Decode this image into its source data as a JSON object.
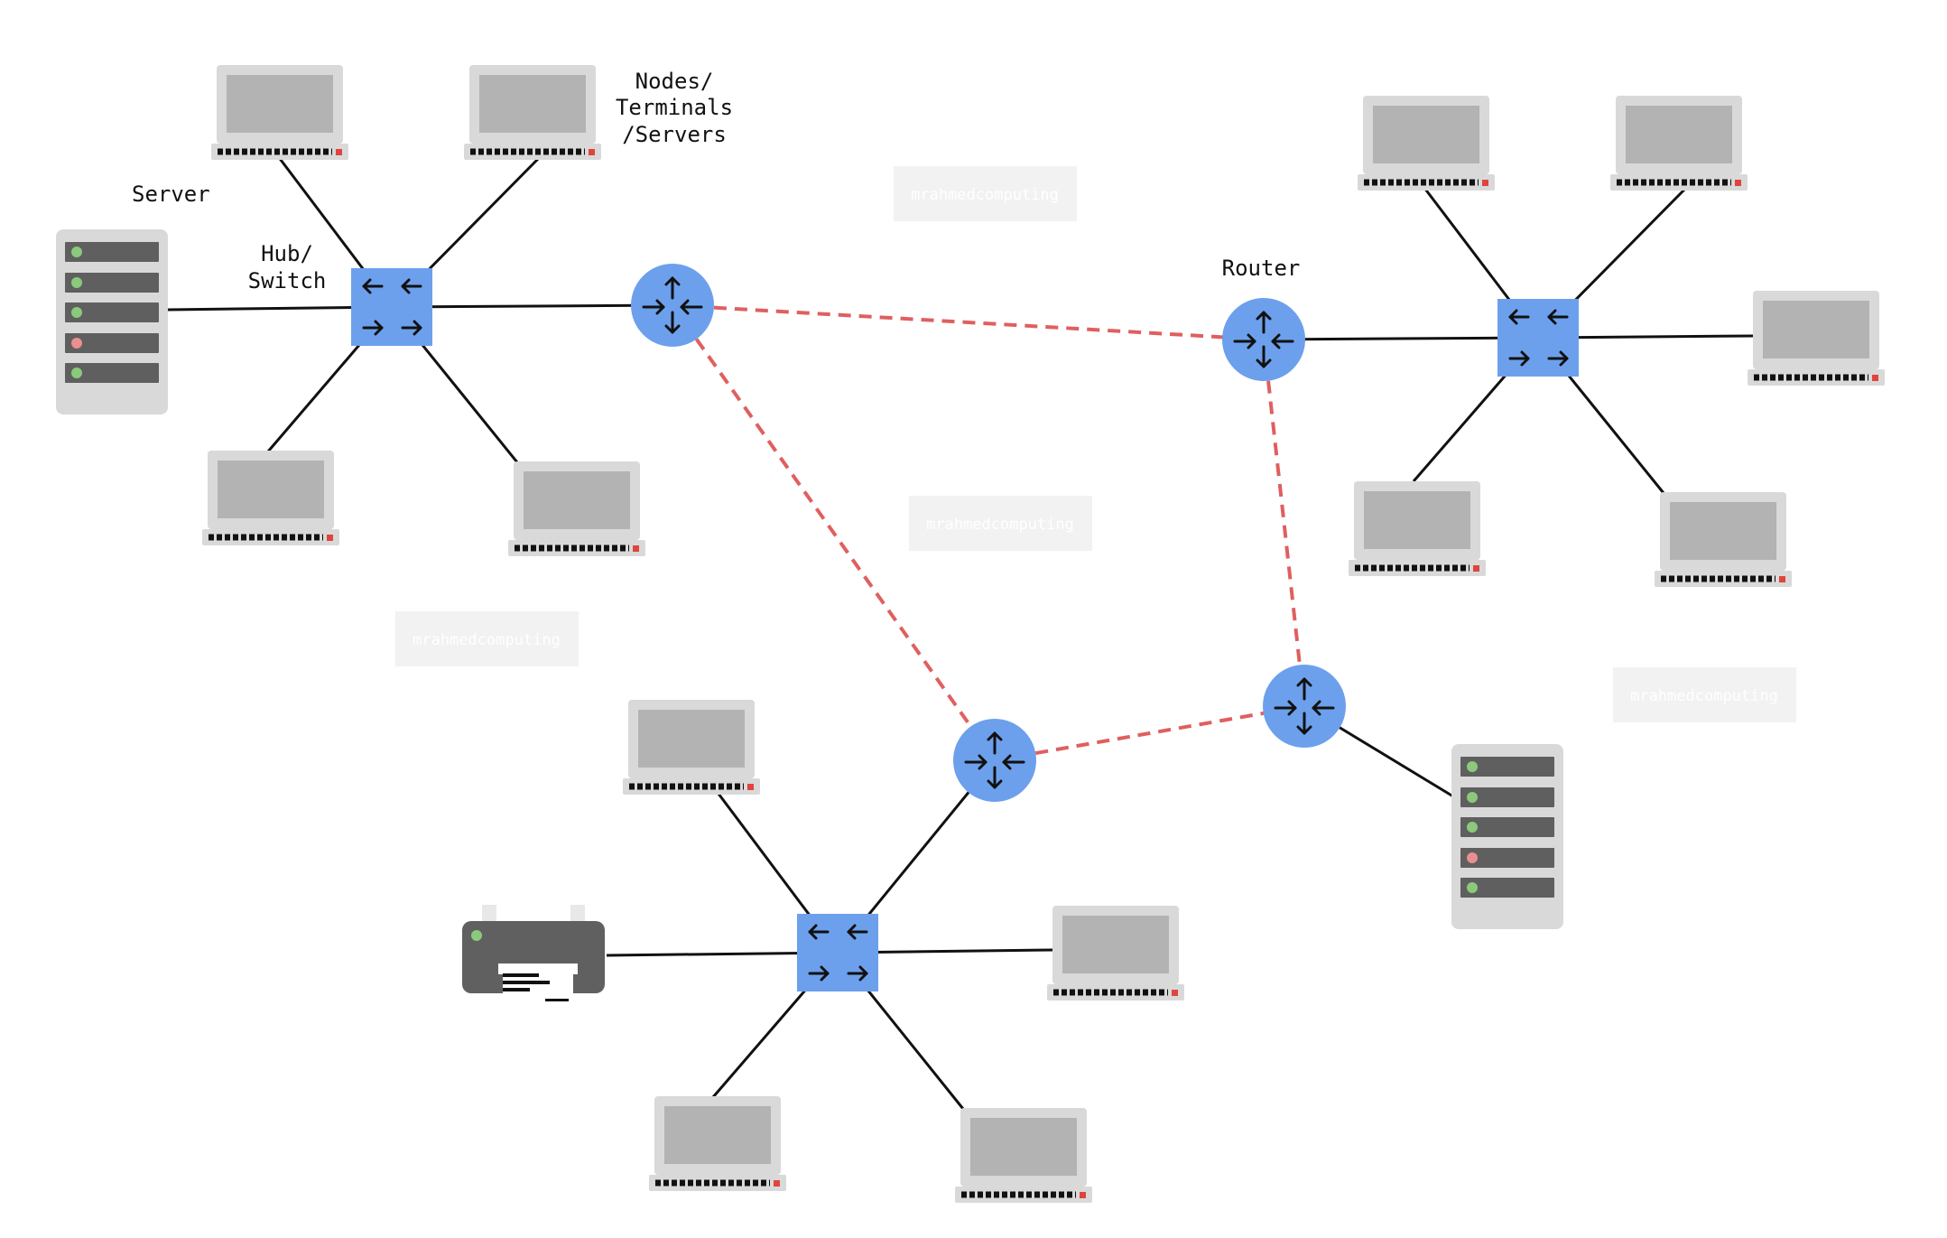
{
  "diagram": {
    "labels": {
      "server": "Server",
      "hub_switch_line1": "Hub/",
      "hub_switch_line2": "Switch",
      "nodes_line1": "Nodes/",
      "nodes_line2": "Terminals",
      "nodes_line3": "/Servers",
      "router": "Router"
    },
    "watermarks": [
      "mrahmedcomputing",
      "mrahmedcomputing",
      "mrahmedcomputing",
      "mrahmedcomputing"
    ],
    "colors": {
      "device_blue": "#6ca0ec",
      "wan_link": "#e05f5f",
      "lan_link": "#111111",
      "device_gray": "#d9d9d9",
      "screen_gray": "#b3b3b3",
      "server_slot": "#5f5f5f",
      "led_green": "#8bc97b",
      "led_red": "#ea8f8f",
      "watermark_box": "#f2f2f2"
    },
    "icons": {
      "router": "router-icon",
      "switch": "switch-icon",
      "laptop": "laptop-icon",
      "server": "server-icon",
      "printer": "printer-icon"
    }
  }
}
